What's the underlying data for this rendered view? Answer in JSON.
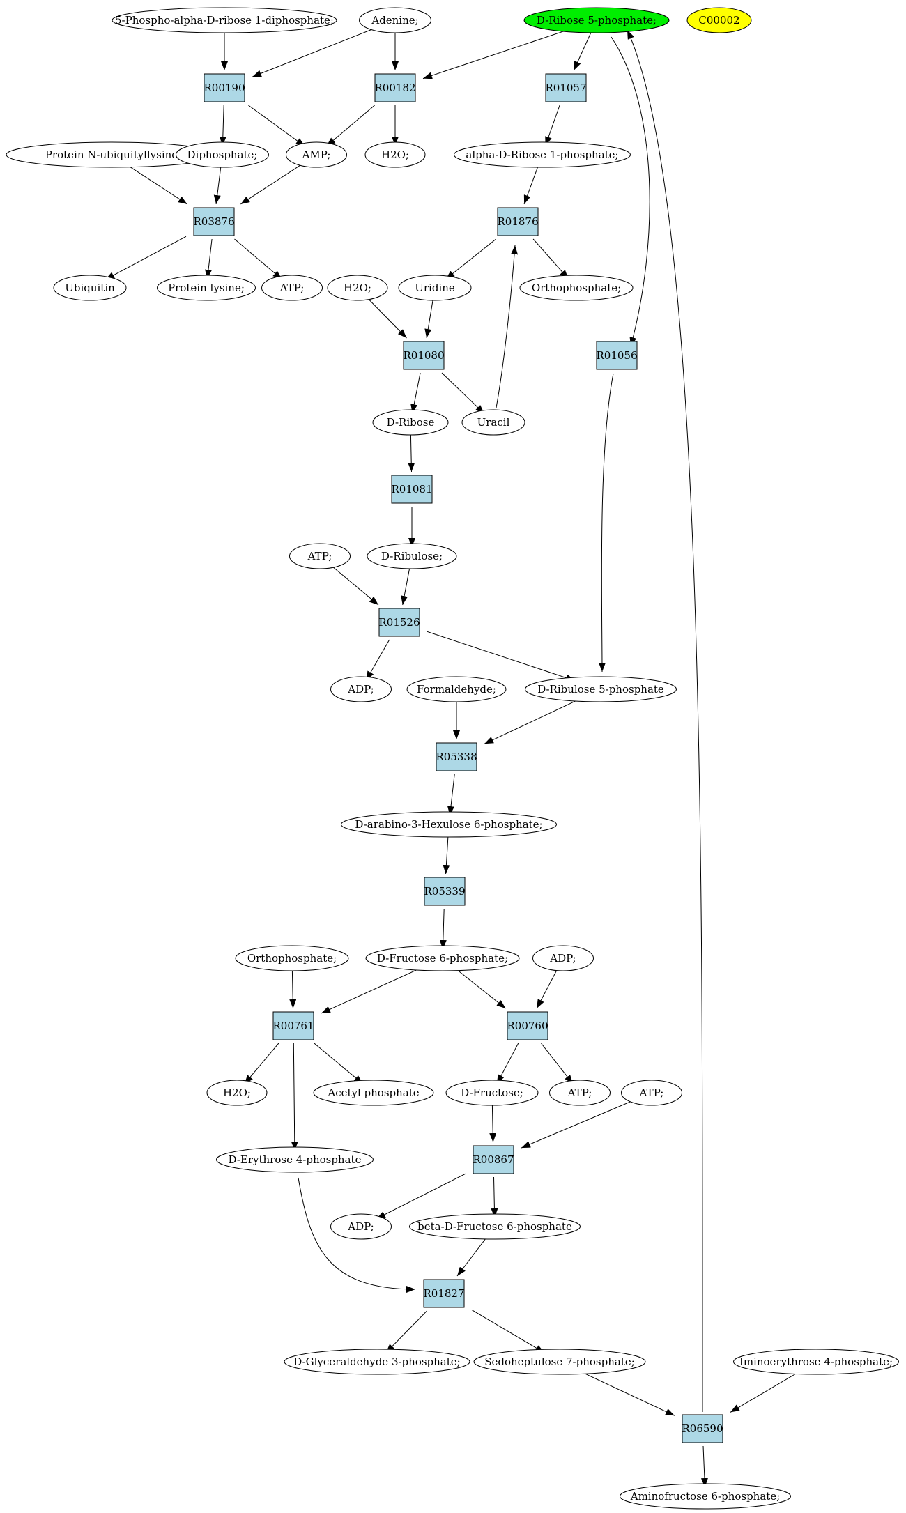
{
  "colors": {
    "reaction": "#add8e6",
    "compound": "#ffffff",
    "highlight_green": "#00ee00",
    "highlight_yellow": "#ffff00",
    "stroke": "#000000"
  },
  "nodes": [
    {
      "id": "n_prpp",
      "label": "5-Phospho-alpha-D-ribose 1-diphosphate;",
      "kind": "compound"
    },
    {
      "id": "n_adenine",
      "label": "Adenine;",
      "kind": "compound"
    },
    {
      "id": "n_r5p",
      "label": "D-Ribose 5-phosphate;",
      "kind": "compound",
      "fill": "green"
    },
    {
      "id": "n_c00002",
      "label": "C00002",
      "kind": "compound",
      "fill": "yellow"
    },
    {
      "id": "r_R00190",
      "label": "R00190",
      "kind": "reaction"
    },
    {
      "id": "r_R00182",
      "label": "R00182",
      "kind": "reaction"
    },
    {
      "id": "r_R01057",
      "label": "R01057",
      "kind": "reaction"
    },
    {
      "id": "n_pnub",
      "label": "Protein N-ubiquityllysine",
      "kind": "compound"
    },
    {
      "id": "n_diphosphate",
      "label": "Diphosphate;",
      "kind": "compound"
    },
    {
      "id": "n_amp",
      "label": "AMP;",
      "kind": "compound"
    },
    {
      "id": "n_h2o_1",
      "label": "H2O;",
      "kind": "compound"
    },
    {
      "id": "n_adr1p",
      "label": "alpha-D-Ribose 1-phosphate;",
      "kind": "compound"
    },
    {
      "id": "r_R03876",
      "label": "R03876",
      "kind": "reaction"
    },
    {
      "id": "r_R01876",
      "label": "R01876",
      "kind": "reaction"
    },
    {
      "id": "n_ubiquitin",
      "label": "Ubiquitin",
      "kind": "compound"
    },
    {
      "id": "n_protlys",
      "label": "Protein lysine;",
      "kind": "compound"
    },
    {
      "id": "n_atp_1",
      "label": "ATP;",
      "kind": "compound"
    },
    {
      "id": "n_h2o_2",
      "label": "H2O;",
      "kind": "compound"
    },
    {
      "id": "n_uridine",
      "label": "Uridine",
      "kind": "compound"
    },
    {
      "id": "n_orthophos_1",
      "label": "Orthophosphate;",
      "kind": "compound"
    },
    {
      "id": "r_R01080",
      "label": "R01080",
      "kind": "reaction"
    },
    {
      "id": "r_R01056",
      "label": "R01056",
      "kind": "reaction"
    },
    {
      "id": "n_dribose",
      "label": "D-Ribose",
      "kind": "compound"
    },
    {
      "id": "n_uracil",
      "label": "Uracil",
      "kind": "compound"
    },
    {
      "id": "r_R01081",
      "label": "R01081",
      "kind": "reaction"
    },
    {
      "id": "n_atp_2",
      "label": "ATP;",
      "kind": "compound"
    },
    {
      "id": "n_dribulose",
      "label": "D-Ribulose;",
      "kind": "compound"
    },
    {
      "id": "r_R01526",
      "label": "R01526",
      "kind": "reaction"
    },
    {
      "id": "n_adp_1",
      "label": "ADP;",
      "kind": "compound"
    },
    {
      "id": "n_formaldehyde",
      "label": "Formaldehyde;",
      "kind": "compound"
    },
    {
      "id": "n_ru5p",
      "label": "D-Ribulose 5-phosphate",
      "kind": "compound"
    },
    {
      "id": "r_R05338",
      "label": "R05338",
      "kind": "reaction"
    },
    {
      "id": "n_hexulose6p",
      "label": "D-arabino-3-Hexulose 6-phosphate;",
      "kind": "compound"
    },
    {
      "id": "r_R05339",
      "label": "R05339",
      "kind": "reaction"
    },
    {
      "id": "n_orthophos_2",
      "label": "Orthophosphate;",
      "kind": "compound"
    },
    {
      "id": "n_f6p",
      "label": "D-Fructose 6-phosphate;",
      "kind": "compound"
    },
    {
      "id": "n_adp_2",
      "label": "ADP;",
      "kind": "compound"
    },
    {
      "id": "r_R00761",
      "label": "R00761",
      "kind": "reaction"
    },
    {
      "id": "r_R00760",
      "label": "R00760",
      "kind": "reaction"
    },
    {
      "id": "n_h2o_3",
      "label": "H2O;",
      "kind": "compound"
    },
    {
      "id": "n_acetylphos",
      "label": "Acetyl phosphate",
      "kind": "compound"
    },
    {
      "id": "n_dfructose",
      "label": "D-Fructose;",
      "kind": "compound"
    },
    {
      "id": "n_atp_3",
      "label": "ATP;",
      "kind": "compound"
    },
    {
      "id": "n_atp_4",
      "label": "ATP;",
      "kind": "compound"
    },
    {
      "id": "n_e4p",
      "label": "D-Erythrose 4-phosphate",
      "kind": "compound"
    },
    {
      "id": "r_R00867",
      "label": "R00867",
      "kind": "reaction"
    },
    {
      "id": "n_adp_3",
      "label": "ADP;",
      "kind": "compound"
    },
    {
      "id": "n_bf6p",
      "label": "beta-D-Fructose 6-phosphate",
      "kind": "compound"
    },
    {
      "id": "r_R01827",
      "label": "R01827",
      "kind": "reaction"
    },
    {
      "id": "n_g3p",
      "label": "D-Glyceraldehyde 3-phosphate;",
      "kind": "compound"
    },
    {
      "id": "n_s7p",
      "label": "Sedoheptulose 7-phosphate;",
      "kind": "compound"
    },
    {
      "id": "n_ie4p",
      "label": "Iminoerythrose 4-phosphate;",
      "kind": "compound"
    },
    {
      "id": "r_R06590",
      "label": "R06590",
      "kind": "reaction"
    },
    {
      "id": "n_af6p",
      "label": "Aminofructose 6-phosphate;",
      "kind": "compound"
    }
  ],
  "edges": [
    {
      "from": "n_prpp",
      "to": "r_R00190"
    },
    {
      "from": "n_adenine",
      "to": "r_R00190"
    },
    {
      "from": "n_adenine",
      "to": "r_R00182"
    },
    {
      "from": "n_r5p",
      "to": "r_R00182"
    },
    {
      "from": "n_r5p",
      "to": "r_R01057"
    },
    {
      "from": "n_r5p",
      "to": "r_R01056"
    },
    {
      "from": "r_R00190",
      "to": "n_diphosphate"
    },
    {
      "from": "r_R00190",
      "to": "n_amp"
    },
    {
      "from": "r_R00182",
      "to": "n_amp"
    },
    {
      "from": "r_R00182",
      "to": "n_h2o_1"
    },
    {
      "from": "r_R01057",
      "to": "n_adr1p"
    },
    {
      "from": "n_pnub",
      "to": "r_R03876"
    },
    {
      "from": "n_diphosphate",
      "to": "r_R03876"
    },
    {
      "from": "n_amp",
      "to": "r_R03876"
    },
    {
      "from": "r_R03876",
      "to": "n_ubiquitin"
    },
    {
      "from": "r_R03876",
      "to": "n_protlys"
    },
    {
      "from": "r_R03876",
      "to": "n_atp_1"
    },
    {
      "from": "n_adr1p",
      "to": "r_R01876"
    },
    {
      "from": "r_R01876",
      "to": "n_uridine"
    },
    {
      "from": "r_R01876",
      "to": "n_orthophos_1"
    },
    {
      "from": "n_h2o_2",
      "to": "r_R01080"
    },
    {
      "from": "n_uridine",
      "to": "r_R01080"
    },
    {
      "from": "r_R01080",
      "to": "n_dribose"
    },
    {
      "from": "r_R01080",
      "to": "n_uracil"
    },
    {
      "from": "n_uracil",
      "to": "r_R01876"
    },
    {
      "from": "n_dribose",
      "to": "r_R01081"
    },
    {
      "from": "r_R01081",
      "to": "n_dribulose"
    },
    {
      "from": "n_atp_2",
      "to": "r_R01526"
    },
    {
      "from": "n_dribulose",
      "to": "r_R01526"
    },
    {
      "from": "r_R01526",
      "to": "n_adp_1"
    },
    {
      "from": "r_R01526",
      "to": "n_ru5p"
    },
    {
      "from": "r_R01056",
      "to": "n_ru5p"
    },
    {
      "from": "n_formaldehyde",
      "to": "r_R05338"
    },
    {
      "from": "n_ru5p",
      "to": "r_R05338"
    },
    {
      "from": "r_R05338",
      "to": "n_hexulose6p"
    },
    {
      "from": "n_hexulose6p",
      "to": "r_R05339"
    },
    {
      "from": "r_R05339",
      "to": "n_f6p"
    },
    {
      "from": "n_orthophos_2",
      "to": "r_R00761"
    },
    {
      "from": "n_f6p",
      "to": "r_R00761"
    },
    {
      "from": "n_f6p",
      "to": "r_R00760"
    },
    {
      "from": "n_adp_2",
      "to": "r_R00760"
    },
    {
      "from": "r_R00761",
      "to": "n_h2o_3"
    },
    {
      "from": "r_R00761",
      "to": "n_acetylphos"
    },
    {
      "from": "r_R00761",
      "to": "n_e4p"
    },
    {
      "from": "r_R00760",
      "to": "n_dfructose"
    },
    {
      "from": "r_R00760",
      "to": "n_atp_3"
    },
    {
      "from": "n_dfructose",
      "to": "r_R00867"
    },
    {
      "from": "n_atp_4",
      "to": "r_R00867"
    },
    {
      "from": "r_R00867",
      "to": "n_adp_3"
    },
    {
      "from": "r_R00867",
      "to": "n_bf6p"
    },
    {
      "from": "n_e4p",
      "to": "r_R01827"
    },
    {
      "from": "n_bf6p",
      "to": "r_R01827"
    },
    {
      "from": "r_R01827",
      "to": "n_g3p"
    },
    {
      "from": "r_R01827",
      "to": "n_s7p"
    },
    {
      "from": "n_s7p",
      "to": "r_R06590"
    },
    {
      "from": "n_ie4p",
      "to": "r_R06590"
    },
    {
      "from": "r_R06590",
      "to": "n_af6p"
    },
    {
      "from": "r_R06590",
      "to": "n_r5p"
    }
  ]
}
